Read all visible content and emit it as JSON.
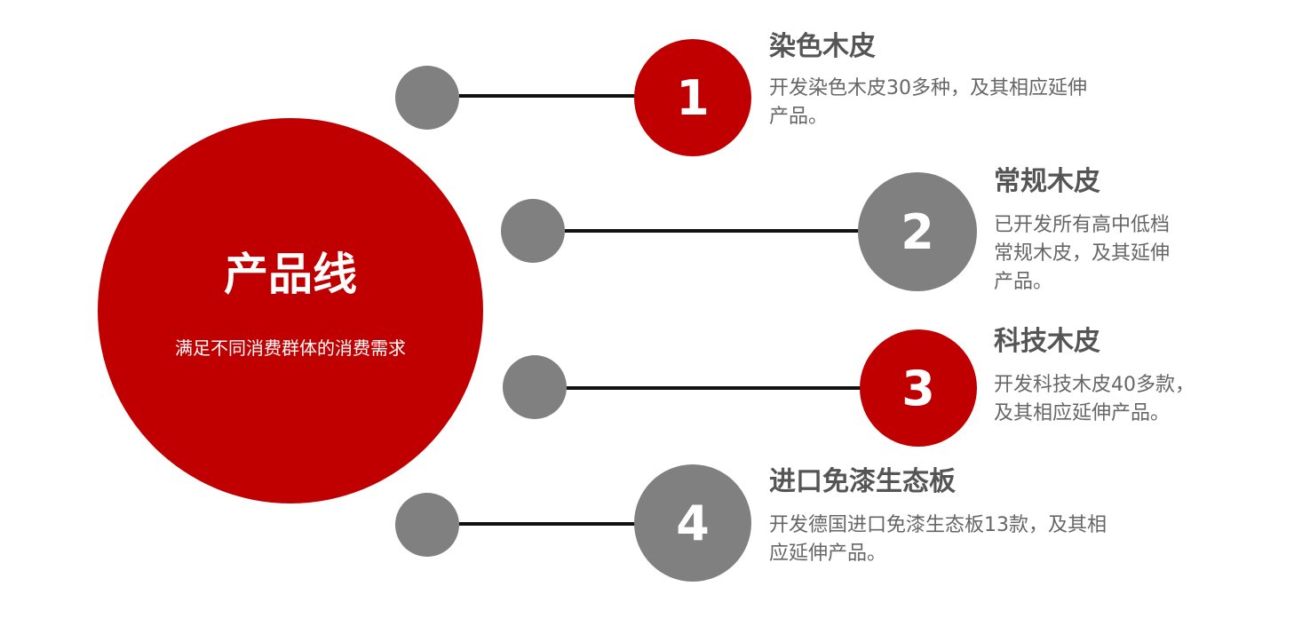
{
  "hub": {
    "title": "产品线",
    "subtitle": "满足不同消费群体的消费需求",
    "color": "#C00000"
  },
  "colors": {
    "red": "#C00000",
    "gray": "#808080",
    "line": "#111111",
    "title_text": "#555555",
    "desc_text": "#666666"
  },
  "items": [
    {
      "number": "1",
      "title": "染色木皮",
      "desc_lines": [
        "开发染色木皮30多种，及其相应延伸",
        "产品。"
      ],
      "color": "red"
    },
    {
      "number": "2",
      "title": "常规木皮",
      "desc_lines": [
        "已开发所有高中低档",
        "常规木皮，及其延伸",
        "产品。"
      ],
      "color": "gray"
    },
    {
      "number": "3",
      "title": "科技木皮",
      "desc_lines": [
        "开发科技木皮40多款，",
        "及其相应延伸产品。"
      ],
      "color": "red"
    },
    {
      "number": "4",
      "title": "进口免漆生态板",
      "desc_lines": [
        "开发德国进口免漆生态板13款，及其相",
        "应延伸产品。"
      ],
      "color": "gray"
    }
  ]
}
